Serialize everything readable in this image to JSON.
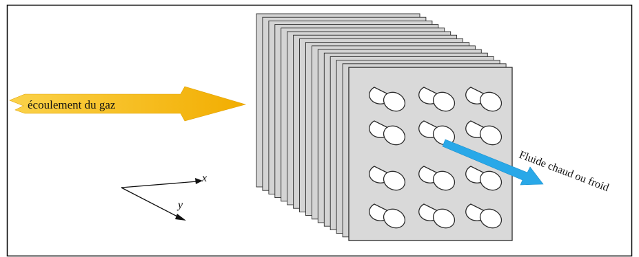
{
  "figure": {
    "flow_label": "écoulement du gaz",
    "fluid_label": "Fluide chaud ou froid",
    "axis_x_label": "x",
    "axis_y_label": "y",
    "tube_rows": 4,
    "tube_columns": 3,
    "fin_count": 16,
    "colors": {
      "flow_arrow": "#f5b800",
      "fluid_arrow": "#29a8e8",
      "fin_fill": "#d4d4d4",
      "fin_outline": "#2a2a2a",
      "frame": "#000000"
    }
  }
}
